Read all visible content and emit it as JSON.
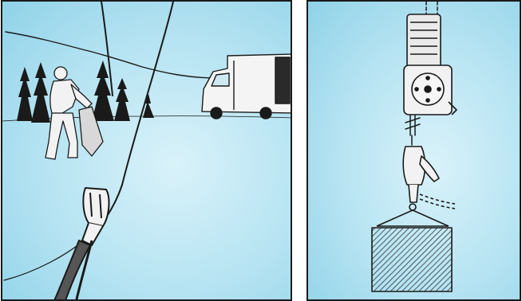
{
  "figure": {
    "panels": [
      {
        "id": "left",
        "subject": "worker-pulling-rope-beside-van"
      },
      {
        "id": "right",
        "subject": "winch-lifting-suspended-load"
      }
    ],
    "colors": {
      "background": "#b5e3f2",
      "ink": "#1a1a1a",
      "frame": "#1a1a1a"
    }
  }
}
